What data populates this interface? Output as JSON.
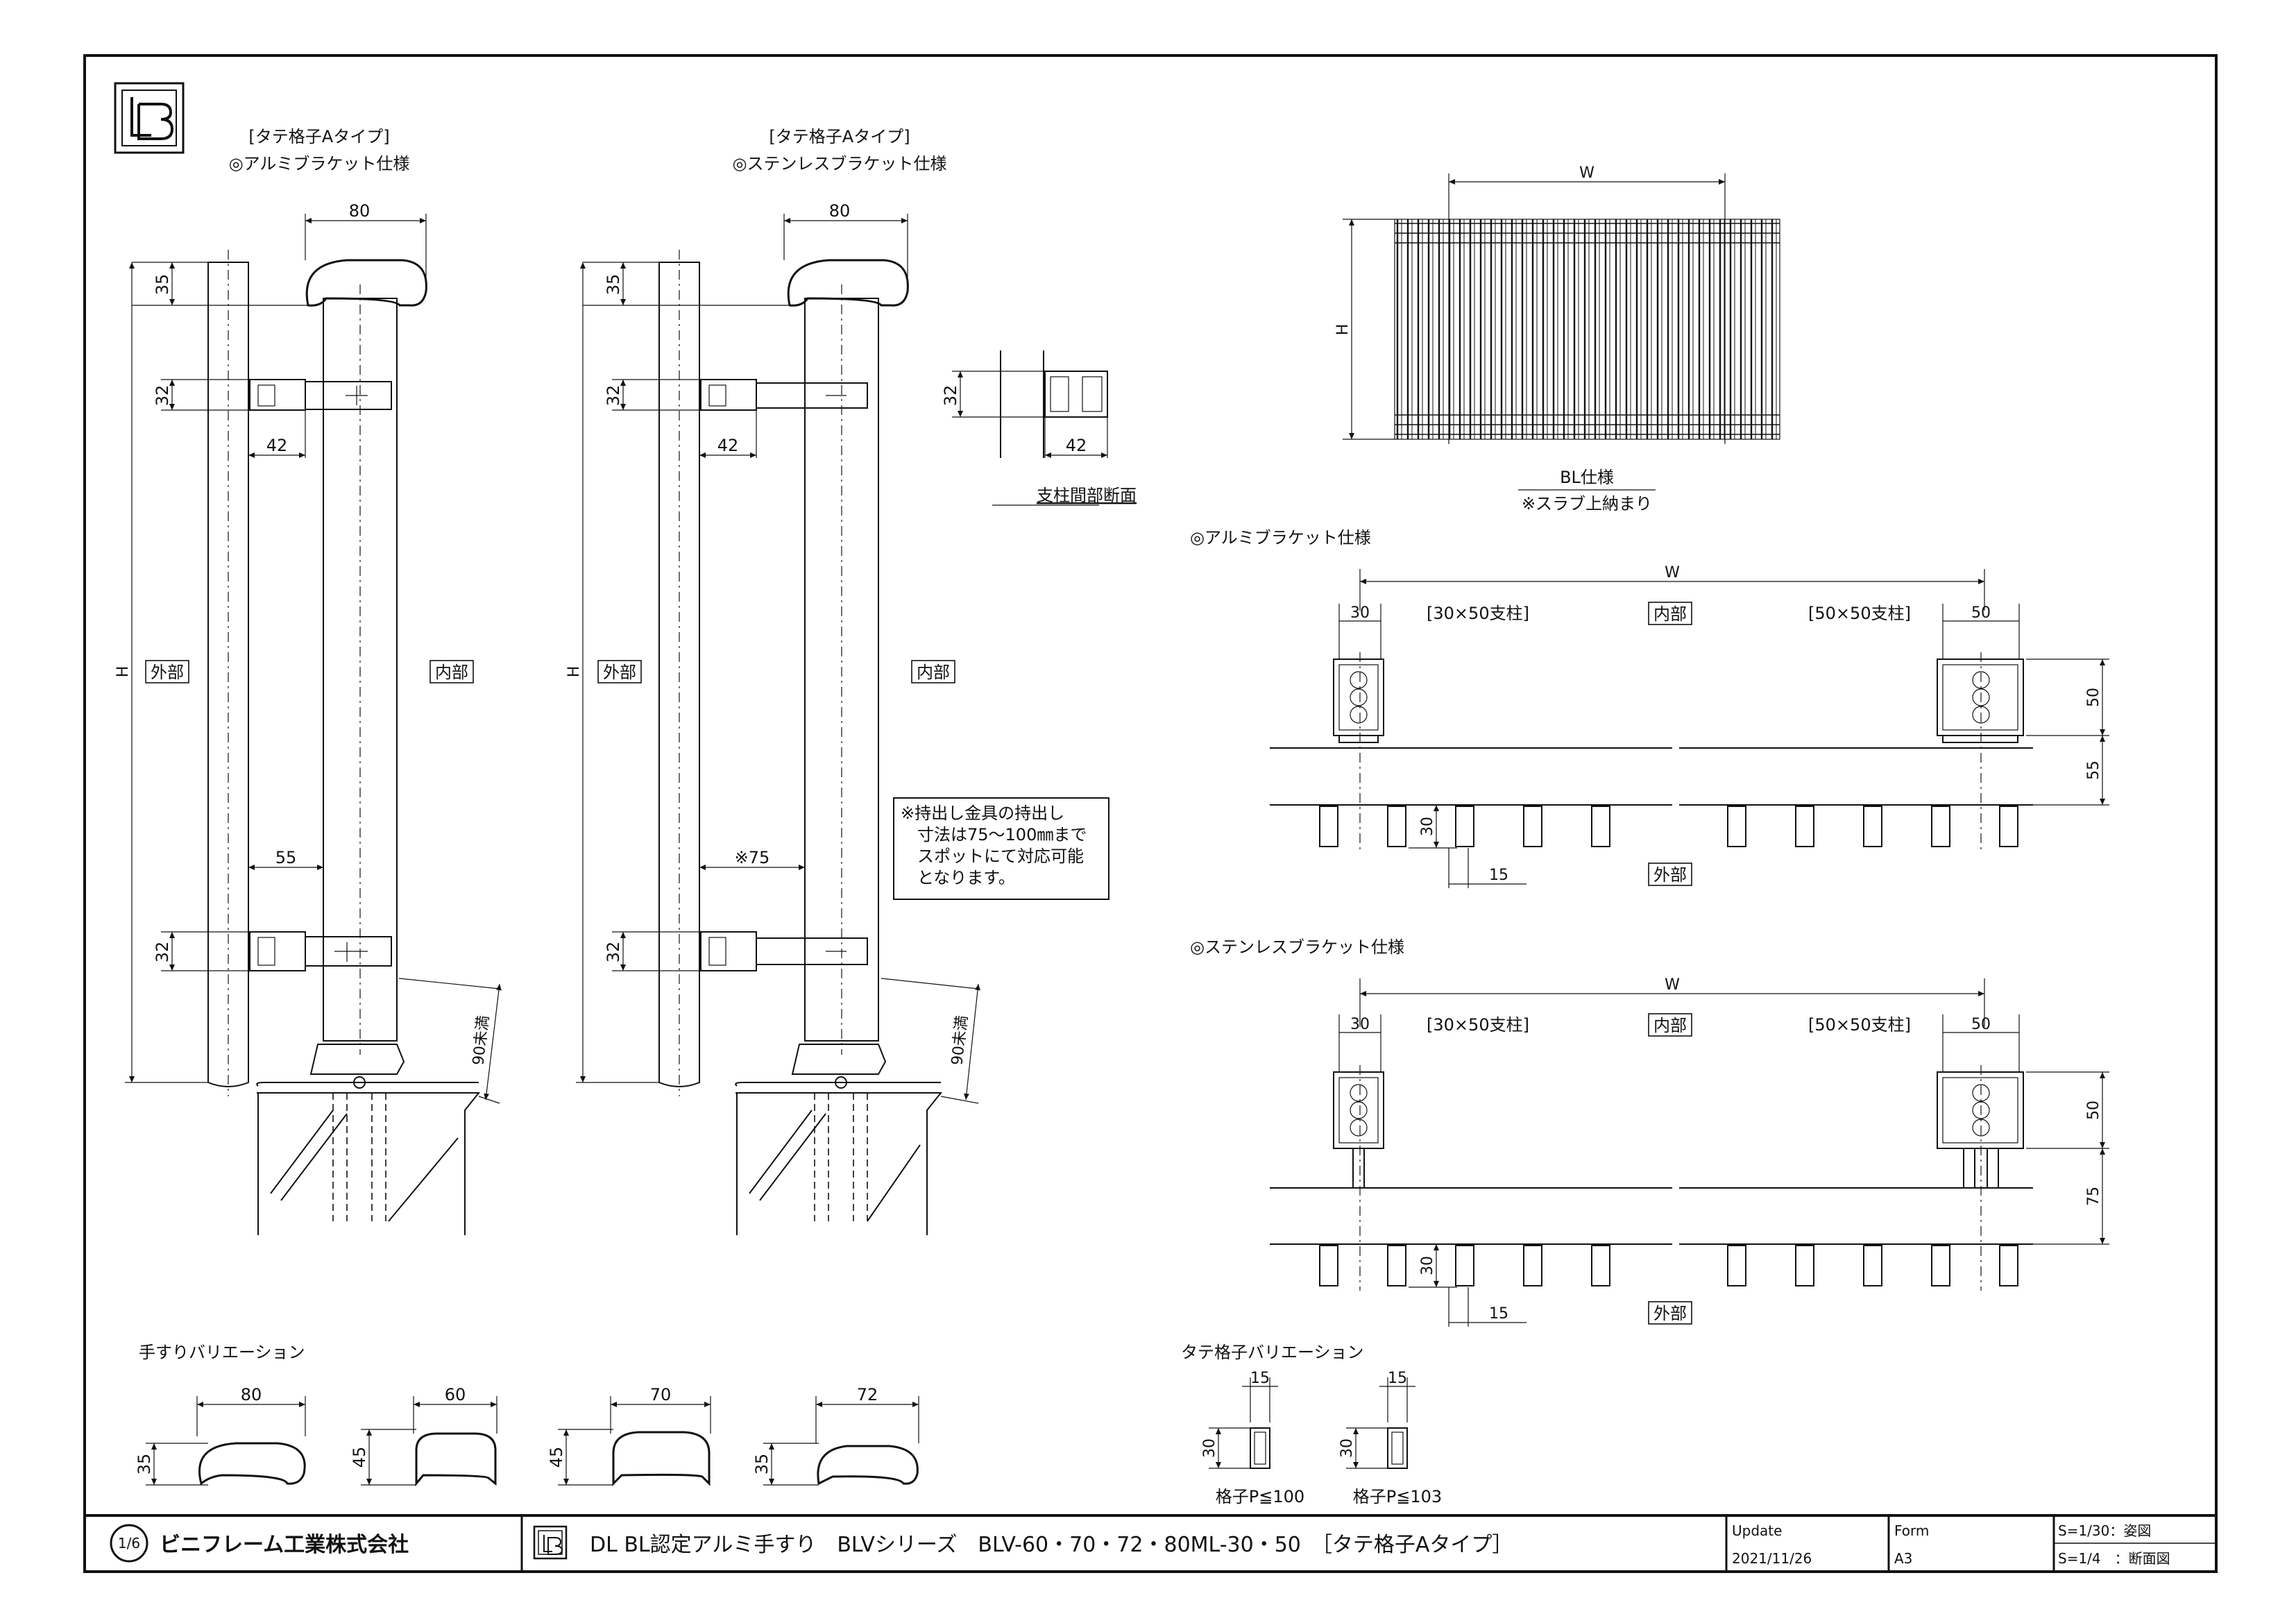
{
  "left_view": {
    "title1": "[タテ格子Aタイプ]",
    "title2": "◎アルミブラケット仕様",
    "dim_top": "80",
    "dim_35": "35",
    "dim_32a": "32",
    "dim_42": "42",
    "dim_h": "H",
    "label_outside": "外部",
    "label_inside": "内部",
    "dim_55": "55",
    "dim_32b": "32",
    "dim_90": "90未満"
  },
  "mid_view": {
    "title1": "[タテ格子Aタイプ]",
    "title2": "◎ステンレスブラケット仕様",
    "dim_top": "80",
    "dim_35": "35",
    "dim_32a": "32",
    "dim_42": "42",
    "dim_h": "H",
    "label_outside": "外部",
    "label_inside": "内部",
    "dim_75": "※75",
    "dim_32b": "32",
    "dim_90": "90未満"
  },
  "post_section": {
    "dim_32": "32",
    "dim_42": "42",
    "caption": "支柱間部断面"
  },
  "note": {
    "lines": [
      "※持出し金具の持出し",
      "寸法は75～100㎜まで",
      "スポットにて対応可能",
      "となります。"
    ]
  },
  "elevation": {
    "dim_w": "W",
    "dim_h": "H",
    "caption1": "BL仕様",
    "caption2": "※スラブ上納まり"
  },
  "plan_alu": {
    "title": "◎アルミブラケット仕様",
    "dim_w": "W",
    "dim_30": "30",
    "label_30x50": "[30×50支柱]",
    "label_inside": "内部",
    "label_50x50": "[50×50支柱]",
    "dim_50top": "50",
    "dim_50right": "50",
    "dim_55": "55",
    "dim_30b": "30",
    "dim_15": "15",
    "label_outside": "外部"
  },
  "plan_sus": {
    "title": "◎ステンレスブラケット仕様",
    "dim_w": "W",
    "dim_30": "30",
    "label_30x50": "[30×50支柱]",
    "label_inside": "内部",
    "label_50x50": "[50×50支柱]",
    "dim_50top": "50",
    "dim_50right": "50",
    "dim_75": "75",
    "dim_30b": "30",
    "dim_15": "15",
    "label_outside": "外部"
  },
  "handrail_var": {
    "title": "手すりバリエーション",
    "items": [
      {
        "w": "80",
        "h": "35"
      },
      {
        "w": "60",
        "h": "45"
      },
      {
        "w": "70",
        "h": "45"
      },
      {
        "w": "72",
        "h": "35"
      }
    ]
  },
  "baluster_var": {
    "title": "タテ格子バリエーション",
    "items": [
      {
        "w": "15",
        "h": "30",
        "caption": "格子P≦100"
      },
      {
        "w": "15",
        "h": "30",
        "caption": "格子P≦103"
      }
    ]
  },
  "title_block": {
    "company": "ビニフレーム工業株式会社",
    "drawing_title": "DL BL認定アルミ手すり　BLVシリーズ　BLV-60・70・72・80ML-30・50　［タテ格子Aタイプ］",
    "update_label": "Update",
    "update_value": "2021/11/26",
    "form_label": "Form",
    "form_value": "A3",
    "scale1": "S=1/30：姿図",
    "scale2": "S=1/4　：断面図"
  }
}
